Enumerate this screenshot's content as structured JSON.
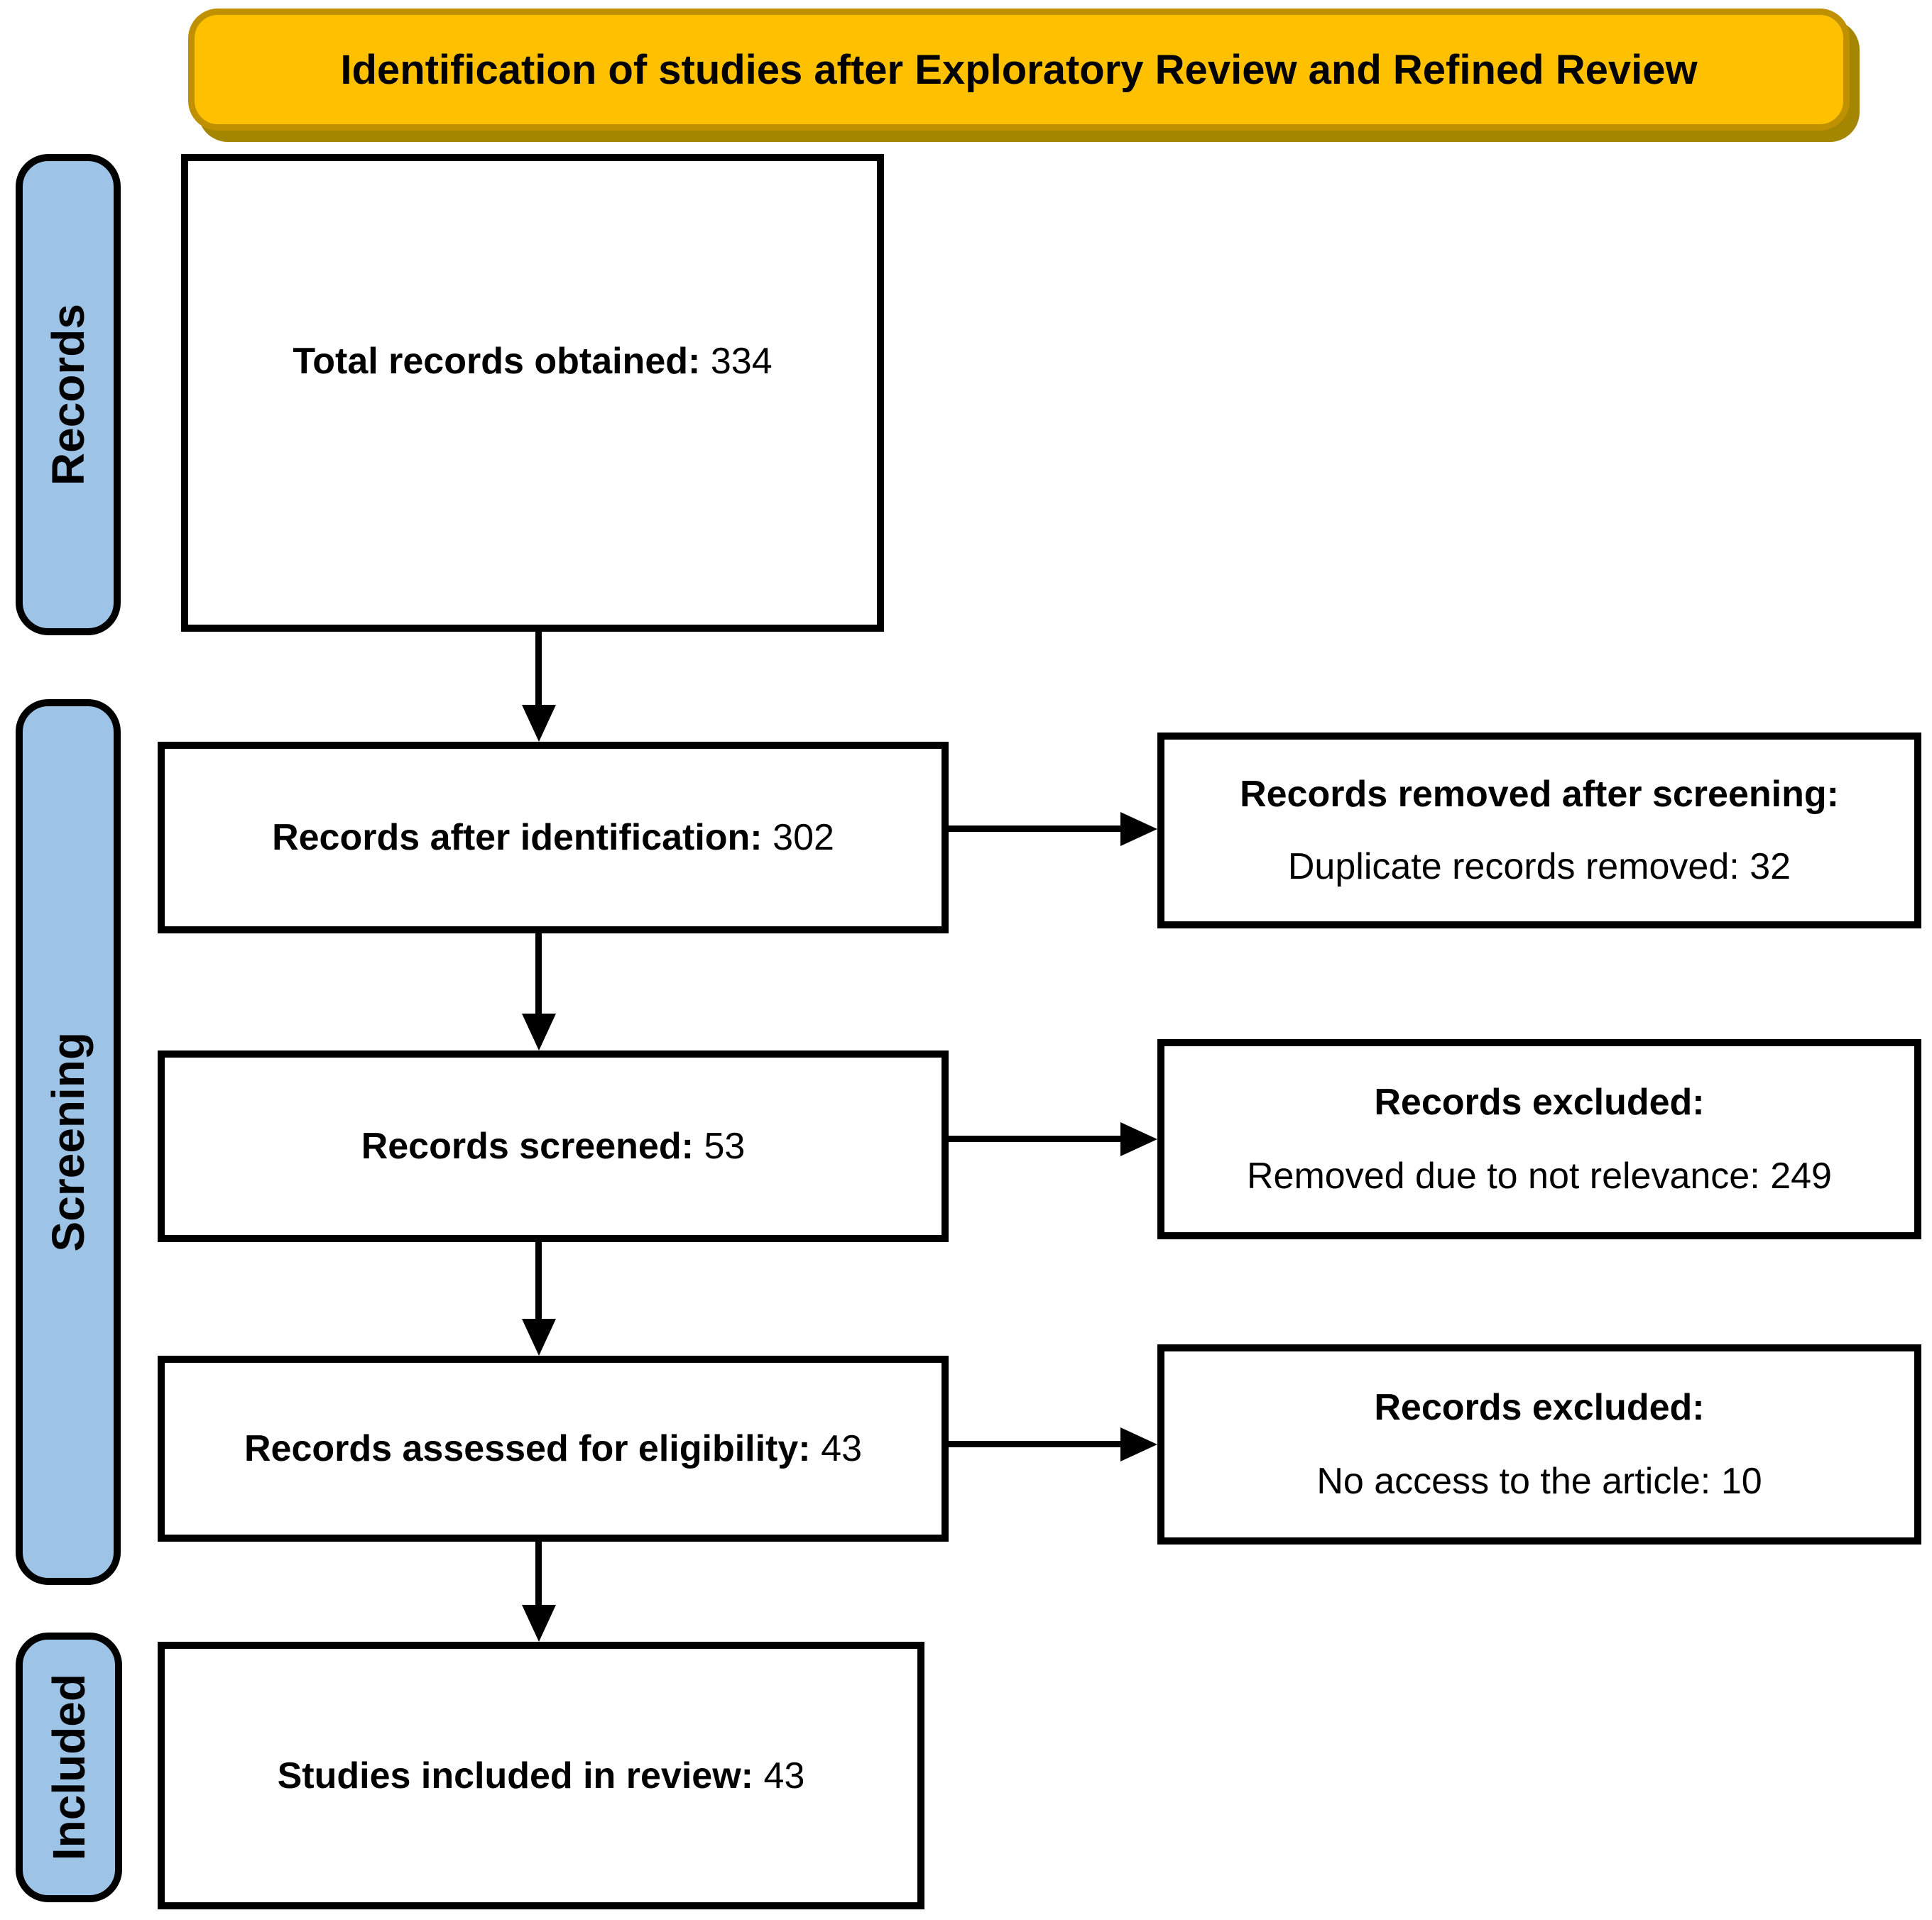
{
  "banner": {
    "title": "Identification of studies after Exploratory Review and Refined Review"
  },
  "colors": {
    "banner_fill": "#FFC000",
    "banner_border": "#BF9000",
    "banner_shadow": "#A48600",
    "stage_pill_fill": "#9DC3E6",
    "outline": "#000000",
    "background": "#FFFFFF"
  },
  "stages": [
    {
      "label": "Records"
    },
    {
      "label": "Screening"
    },
    {
      "label": "Included"
    }
  ],
  "flow": [
    {
      "label": "Total records obtained:",
      "value": "334"
    },
    {
      "label": "Records after identification:",
      "value": "302"
    },
    {
      "label": "Records screened:",
      "value": "53"
    },
    {
      "label": "Records assessed for eligibility:",
      "value": "43"
    },
    {
      "label": "Studies included in review:",
      "value": "43"
    }
  ],
  "exclusions": [
    {
      "header": "Records removed after screening:",
      "detail_label": "Duplicate records removed:",
      "value": "32"
    },
    {
      "header": "Records excluded:",
      "detail_label": "Removed due to not relevance:",
      "value": "249"
    },
    {
      "header": "Records excluded:",
      "detail_label": "No access to the article:",
      "value": "10"
    }
  ]
}
